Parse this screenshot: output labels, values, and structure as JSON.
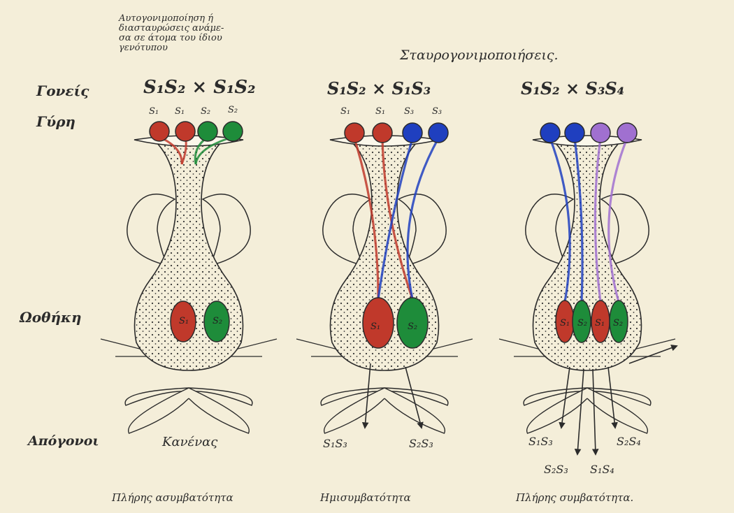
{
  "annotation": {
    "self_pollination": [
      "Αυτογονιμοποίηση ή",
      "διασταυρώσεις ανάμε-",
      "σα σε άτομα του ίδιου",
      "γενότυπου"
    ],
    "cross_pollination": "Σταυρογονιμοποιήσεις."
  },
  "labels": {
    "parents": "Γονείς",
    "pollen": "Γύρη",
    "ovary": "Ωοθήκη",
    "offspring": "Απόγονοι"
  },
  "crosses": [
    {
      "title": "S₁S₂ × S₁S₂",
      "pollen": [
        "S₁",
        "S₁",
        "S₂",
        "S₂"
      ],
      "pollen_colors": [
        "#c0392b",
        "#c0392b",
        "#1e8c3a",
        "#1e8c3a"
      ],
      "ovules": [
        "S₁",
        "S₂"
      ],
      "ovule_colors": [
        "#c0392b",
        "#1e8c3a"
      ],
      "offspring": [
        "Κανένας"
      ],
      "result": "Πλήρης ασυμβατότητα"
    },
    {
      "title": "S₁S₂ × S₁S₃",
      "pollen": [
        "S₁",
        "S₁",
        "S₃",
        "S₃"
      ],
      "pollen_colors": [
        "#c0392b",
        "#c0392b",
        "#1f3fbf",
        "#1f3fbf"
      ],
      "ovules": [
        "S₁",
        "S₂"
      ],
      "ovule_colors": [
        "#c0392b",
        "#1e8c3a"
      ],
      "offspring": [
        "S₁S₃",
        "S₂S₃"
      ],
      "result": "Ημισυμβατότητα"
    },
    {
      "title": "S₁S₂ × S₃S₄",
      "pollen": [
        "",
        "",
        "",
        ""
      ],
      "pollen_colors": [
        "#1f3fbf",
        "#1f3fbf",
        "#a070d0",
        "#a070d0"
      ],
      "ovules": [
        "S₁",
        "S₂",
        "S₁",
        "S₂"
      ],
      "ovule_colors": [
        "#c0392b",
        "#1e8c3a",
        "#c0392b",
        "#1e8c3a"
      ],
      "offspring": [
        "S₁S₃",
        "S₂S₄",
        "S₂S₃",
        "S₁S₄"
      ],
      "result": "Πλήρης συμβατότητα."
    }
  ],
  "colors": {
    "paper": "#f4eed9",
    "ink": "#2b2b2b",
    "S1": "#c0392b",
    "S2": "#1e8c3a",
    "S3": "#1f3fbf",
    "S4": "#a070d0"
  }
}
